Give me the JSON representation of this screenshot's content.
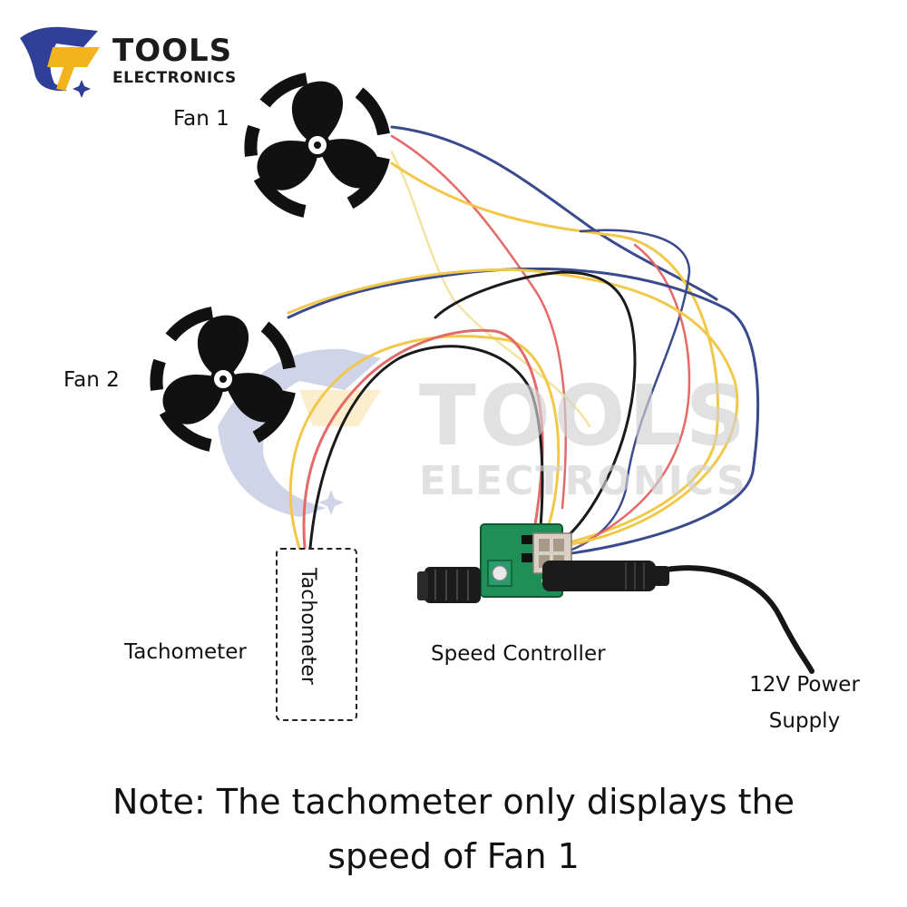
{
  "brand": {
    "name_line1": "TOOLS",
    "name_line2": "ELECTRONICS",
    "colors": {
      "primary": "#2f3f98",
      "accent": "#f2b31c",
      "watermark": "#d2d2d2"
    },
    "logo_icon": "tools-electronics-logo"
  },
  "labels": {
    "fan1": "Fan 1",
    "fan2": "Fan 2",
    "tachometer": "Tachometer",
    "tachometer_display": "Tachometer",
    "speed_controller": "Speed Controller",
    "power_supply_line1": "12V Power",
    "power_supply_line2": "Supply"
  },
  "watermark": {
    "line1": "TOOLS",
    "line2": "ELECTRONICS"
  },
  "note": {
    "line1": "Note: The tachometer only displays the",
    "line2": "speed of Fan 1"
  },
  "wire_colors": {
    "red": "#e46a6a",
    "yellow": "#f2c84b",
    "blue": "#3a4a8c",
    "black": "#1a1a1a",
    "light_yellow": "#f3e3a0",
    "cable": "#161616"
  }
}
